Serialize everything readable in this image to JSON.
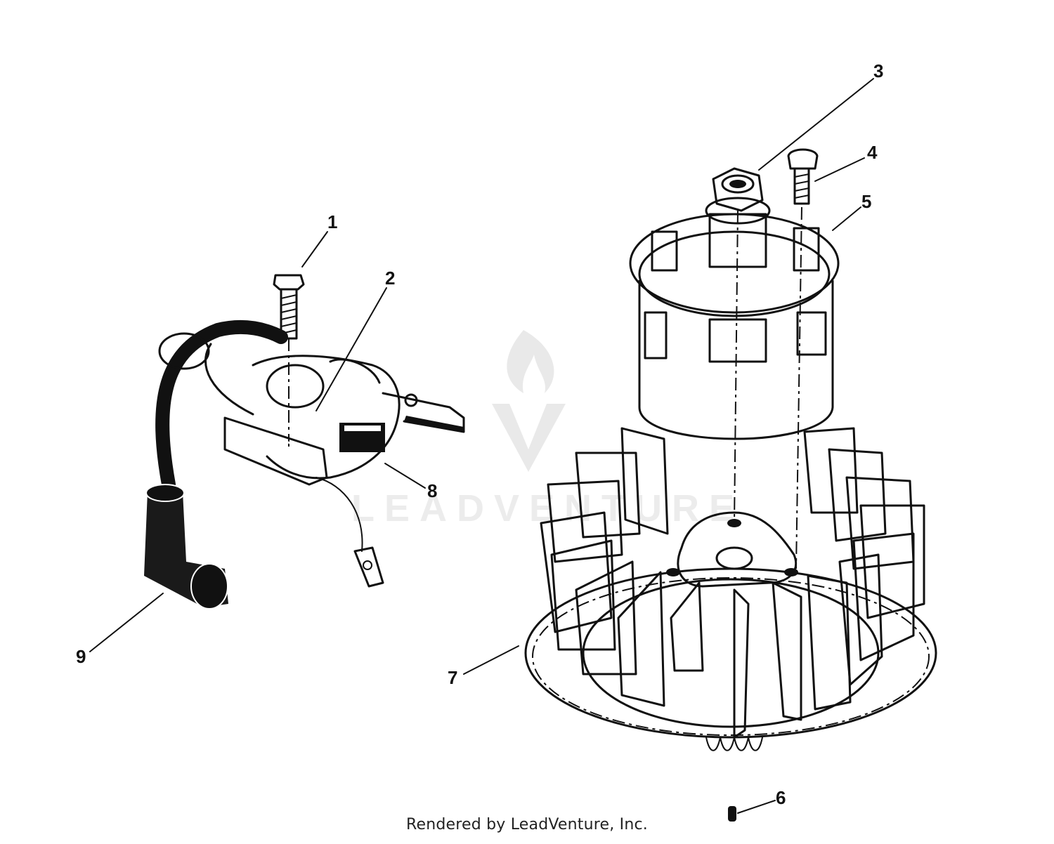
{
  "footer": {
    "text": "Rendered by LeadVenture, Inc."
  },
  "watermark": {
    "text": "LEADVENTURE"
  },
  "callouts": [
    {
      "id": "1",
      "label": "1"
    },
    {
      "id": "2",
      "label": "2"
    },
    {
      "id": "3",
      "label": "3"
    },
    {
      "id": "4",
      "label": "4"
    },
    {
      "id": "5",
      "label": "5"
    },
    {
      "id": "6",
      "label": "6"
    },
    {
      "id": "7",
      "label": "7"
    },
    {
      "id": "8",
      "label": "8"
    },
    {
      "id": "9",
      "label": "9"
    }
  ],
  "colors": {
    "ink": "#111111",
    "watermark": "#e9e9e9",
    "background": "#ffffff"
  }
}
